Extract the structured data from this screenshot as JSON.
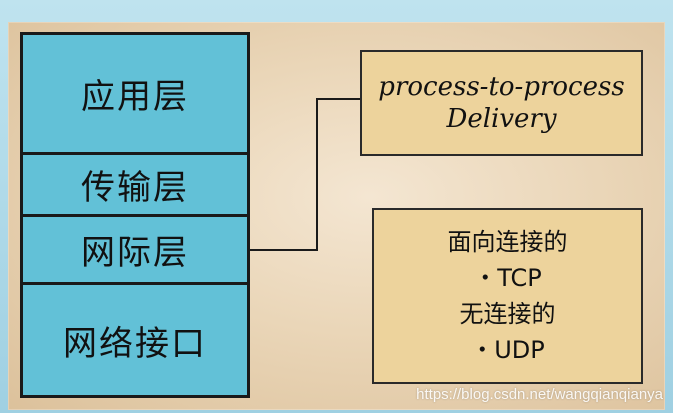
{
  "layers": [
    {
      "label": "应用层"
    },
    {
      "label": "传输层"
    },
    {
      "label": "网际层"
    },
    {
      "label": "网络接口"
    }
  ],
  "delivery_box": {
    "line1": "process-to-process",
    "line2": "Delivery"
  },
  "protocol_box": {
    "connection_oriented": "面向连接的",
    "tcp": "・TCP",
    "connectionless": "无连接的",
    "udp": "・UDP"
  },
  "watermark": "https://blog.csdn.net/wangqianqianya"
}
